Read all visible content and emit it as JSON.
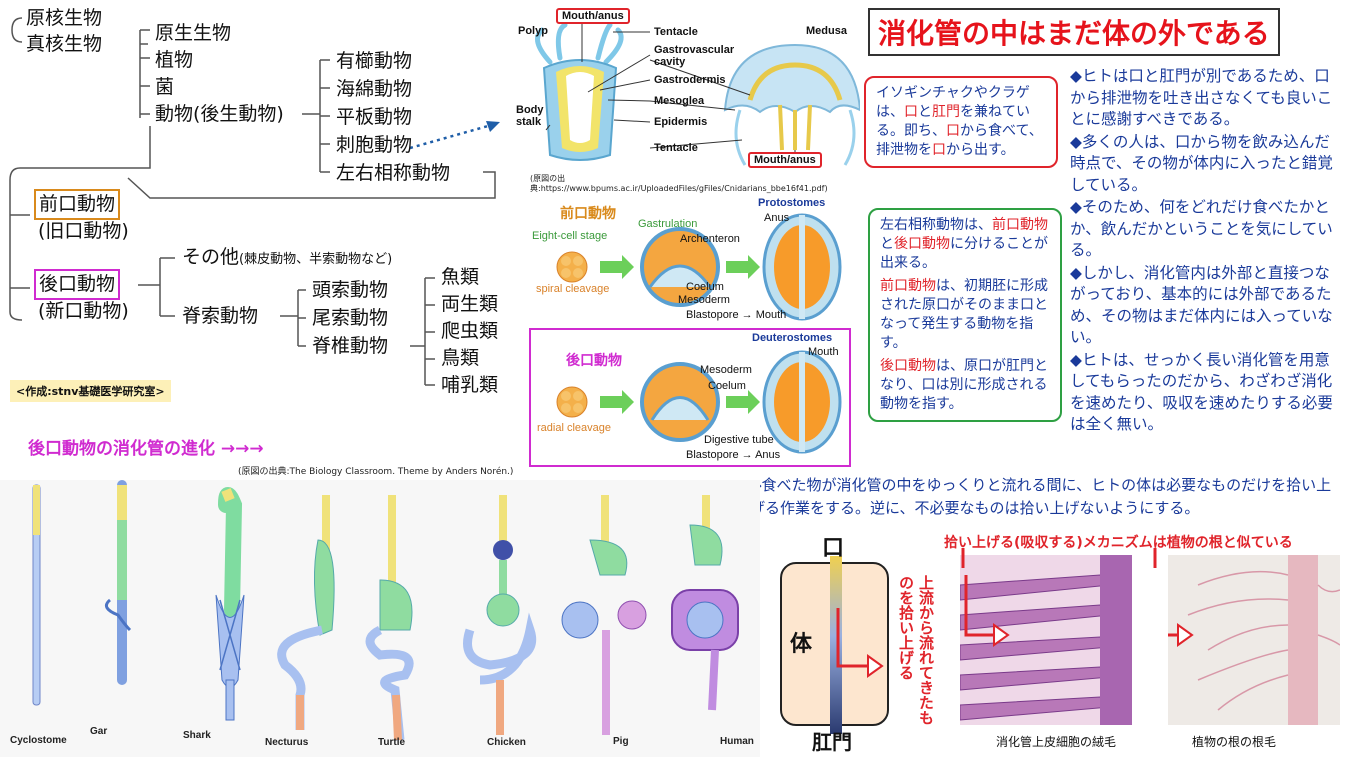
{
  "title": "消化管の中はまだ体の外である",
  "classification": {
    "prokaryote": "原核生物",
    "eukaryote": "真核生物",
    "eukaryote_groups": [
      "原生生物",
      "植物",
      "菌",
      "動物(後生動物)"
    ],
    "animal_groups": [
      "有櫛動物",
      "海綿動物",
      "平板動物",
      "刺胞動物",
      "左右相称動物"
    ],
    "protostome": "前口動物",
    "protostome_alt": "(旧口動物)",
    "deuterostome": "後口動物",
    "deuterostome_alt": "(新口動物)",
    "deut_other": "その他",
    "deut_other_note": "(棘皮動物、半索動物など)",
    "chordata": "脊索動物",
    "chordata_groups": [
      "頭索動物",
      "尾索動物",
      "脊椎動物"
    ],
    "vertebrate_groups": [
      "魚類",
      "両生類",
      "爬虫類",
      "鳥類",
      "哺乳類"
    ],
    "credit": "<作成:stnv基礎医学研究室>"
  },
  "cnidarian": {
    "polyp": "Polyp",
    "medusa": "Medusa",
    "mouth_anus": "Mouth/anus",
    "labels": [
      "Tentacle",
      "Gastrovascular cavity",
      "Gastrodermis",
      "Mesoglea",
      "Epidermis",
      "Tentacle"
    ],
    "body_stalk": "Body stalk",
    "source": "(原図の出典:https://www.bpums.ac.ir/UploadedFiles/gFiles/Cnidarians_bbe16f41.pdf)"
  },
  "proto": {
    "jp": "前口動物",
    "title": "Protostomes",
    "eight": "Eight-cell stage",
    "gastr": "Gastrulation",
    "spiral": "spiral cleavage",
    "labels": [
      "Anus",
      "Archenteron",
      "Coelum",
      "Mesoderm",
      "Blastopore → Mouth"
    ]
  },
  "deut": {
    "jp": "後口動物",
    "title": "Deuterostomes",
    "radial": "radial cleavage",
    "labels": [
      "Mouth",
      "Mesoderm",
      "Coelum",
      "Digestive tube",
      "Blastopore → Anus"
    ]
  },
  "redbox": {
    "line1": "イソギンチャクやクラゲ",
    "line2a": "は、",
    "mouth": "口",
    "line2b": "と",
    "anus": "肛門",
    "line2c": "を兼ねてい",
    "line3a": "る。即ち、",
    "line3b": "から食べて、",
    "line4a": "排泄物を",
    "line4b": "から出す。"
  },
  "greenbox": {
    "p1a": "左右相称動物は、",
    "p1b": "前口動物",
    "p1c": "と",
    "p1d": "後口動物",
    "p1e": "に分けることが出来る。",
    "p2a": "前口動物",
    "p2b": "は、初期胚に形成された原口がそのまま口となって発生する動物を指す。",
    "p3a": "後口動物",
    "p3b": "は、原口が肛門となり、口は別に形成される動物を指す。"
  },
  "bullets": [
    "◆ヒトは口と肛門が別であるため、口から排泄物を吐き出さなくても良いことに感謝すべきである。",
    "◆多くの人は、口から物を飲み込んだ時点で、その物が体内に入ったと錯覚している。",
    "◆そのため、何をどれだけ食べたかとか、飲んだかということを気にしている。",
    "◆しかし、消化管内は外部と直接つながっており、基本的には外部であるため、その物はまだ体内には入っていない。",
    "◆ヒトは、せっかく長い消化管を用意してもらったのだから、わざわざ消化を速めたり、吸収を速めたりする必要は全く無い。"
  ],
  "bottom_text": "◆食べた物が消化管の中をゆっくりと流れる間に、ヒトの体は必要なものだけを拾い上げる作業をする。逆に、不必要なものは拾い上げないようにする。",
  "evolution": {
    "heading": "後口動物の消化管の進化 →→→",
    "source": "(原図の出典:The Biology Classroom. Theme by Anders Norén.)",
    "animals": [
      "Cyclostome",
      "Gar",
      "Shark",
      "Necturus",
      "Turtle",
      "Chicken",
      "Pig",
      "Human"
    ]
  },
  "body_diagram": {
    "mouth": "口",
    "body": "体",
    "anus": "肛門",
    "vertical": "上流から流れてきたものを拾い上げる"
  },
  "absorption": {
    "heading": "拾い上げる(吸収する)メカニズムは植物の根と似ている",
    "villi_caption": "消化管上皮細胞の絨毛",
    "roots_caption": "植物の根の根毛"
  },
  "colors": {
    "accent_red": "#e6131b",
    "text_blue": "#1a3a9a",
    "orange": "#d98a1c",
    "magenta": "#d02bd0",
    "green": "#2ea043"
  }
}
